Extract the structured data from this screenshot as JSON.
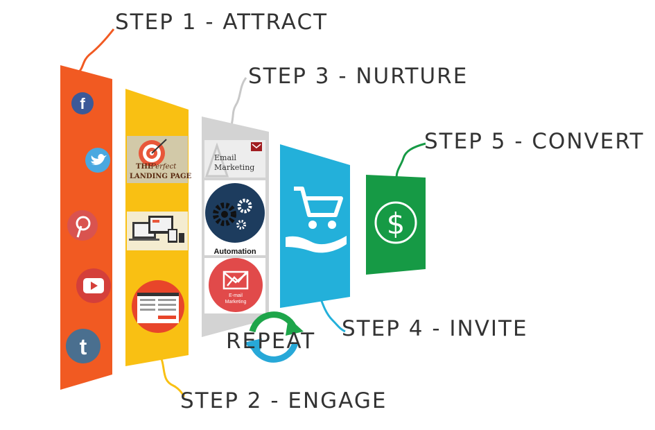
{
  "steps": [
    {
      "label": "STEP 1 - ATTRACT",
      "color": "#f15a22"
    },
    {
      "label": "STEP 2 - ENGAGE",
      "color": "#f9c013"
    },
    {
      "label": "STEP 3 - NURTURE",
      "color": "#d3d3d3"
    },
    {
      "label": "STEP 4 - INVITE",
      "color": "#23b0da"
    },
    {
      "label": "STEP 5 - CONVERT",
      "color": "#169a45"
    }
  ],
  "repeat": {
    "label": "REPEAT",
    "color": "#1aa3a0"
  },
  "social_icons": [
    {
      "name": "facebook-icon",
      "color": "#3b5998",
      "glyph": "f"
    },
    {
      "name": "twitter-icon",
      "color": "#4aa8e0",
      "glyph": ""
    },
    {
      "name": "pinterest-icon",
      "color": "#d9534f",
      "glyph": ""
    },
    {
      "name": "youtube-icon",
      "color": "#d43f3a",
      "glyph": ""
    },
    {
      "name": "tumblr-icon",
      "color": "#4a6f8f",
      "glyph": "t"
    }
  ],
  "engage_items": {
    "landing_page_line1": "THE",
    "landing_page_script": "Perfect",
    "landing_page_line2": "LANDING PAGE"
  },
  "nurture_items": {
    "email_label_line1": "Email",
    "email_label_line2": "Marketing",
    "automation_label": "Automation",
    "emarketing_line1": "E-mail",
    "emarketing_line2": "Marketing"
  }
}
